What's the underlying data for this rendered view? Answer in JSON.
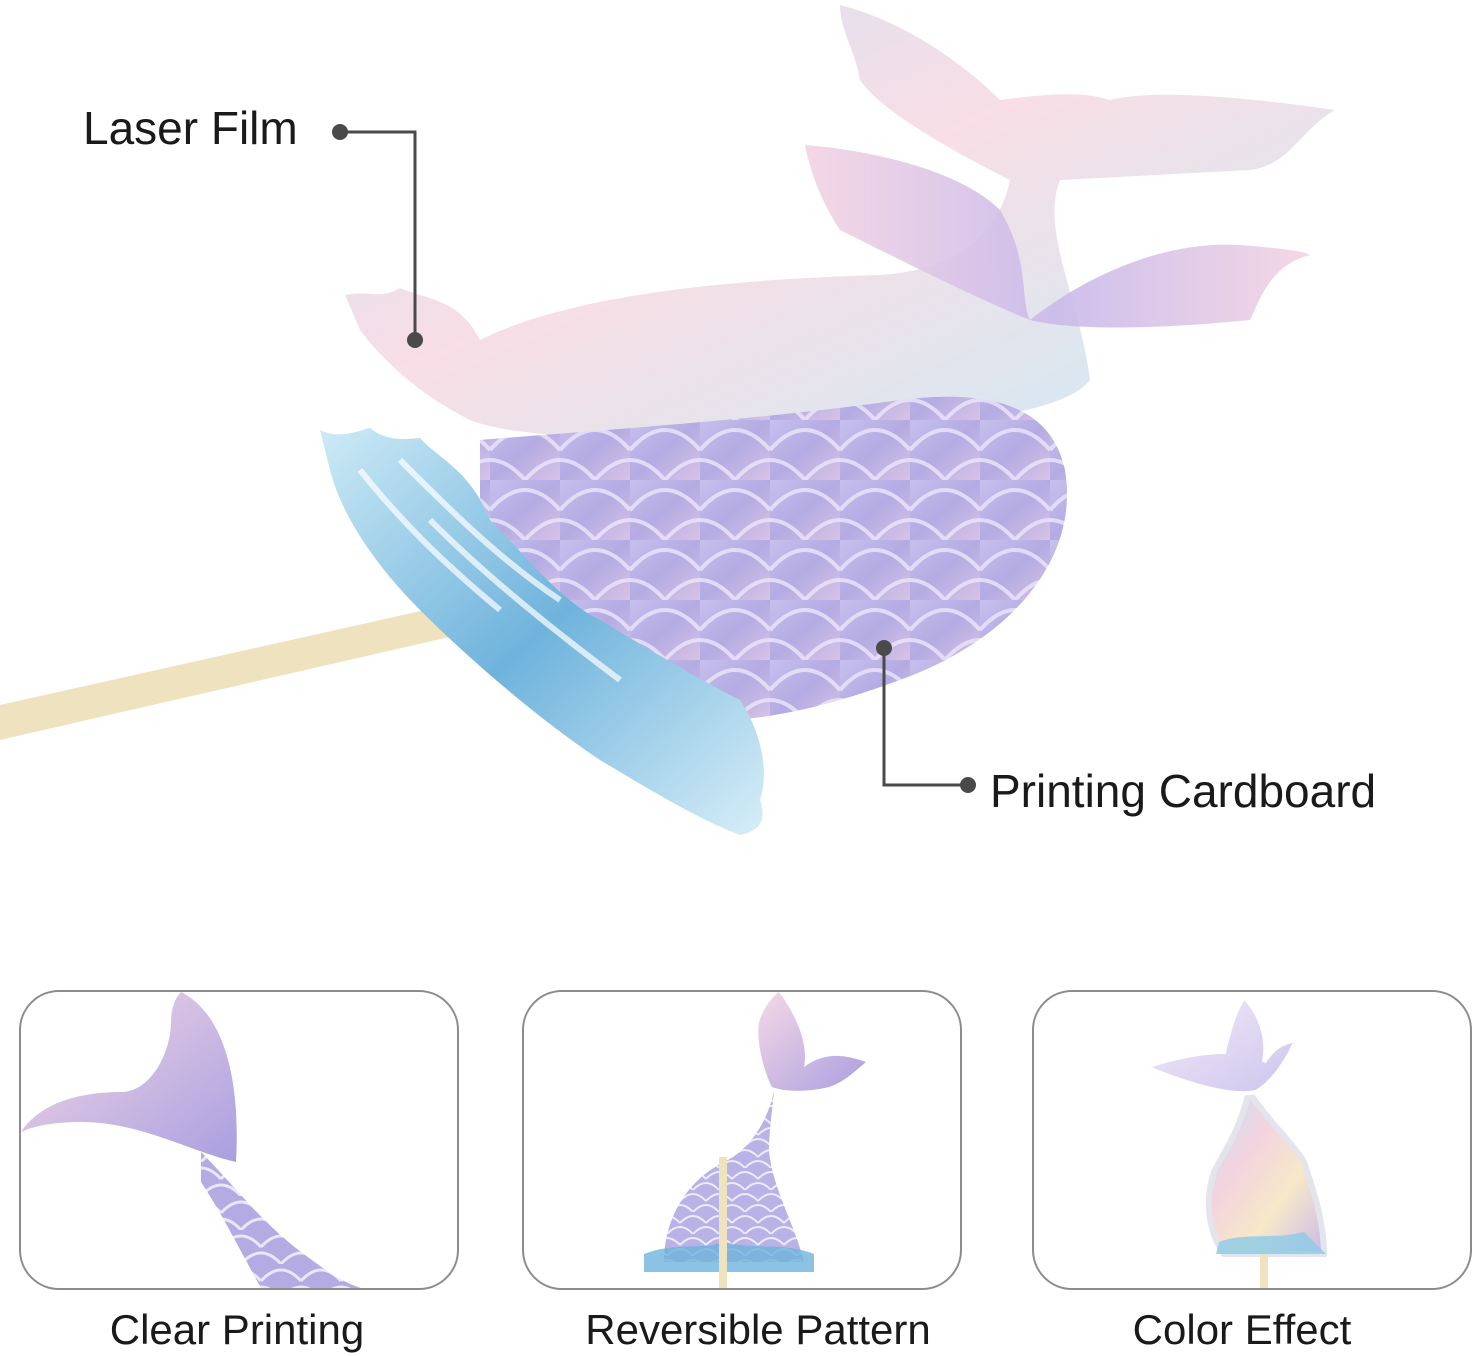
{
  "callouts": {
    "laser_film": "Laser Film",
    "printing_cardboard": "Printing Cardboard"
  },
  "features": [
    {
      "caption": "Clear Printing",
      "icon": "mermaid-tail-closeup"
    },
    {
      "caption": "Reversible Pattern",
      "icon": "mermaid-tail-topper"
    },
    {
      "caption": "Color Effect",
      "icon": "mermaid-tail-laser-topper"
    }
  ],
  "colors": {
    "lavender": "#b9b2e6",
    "pink": "#f2d3e2",
    "sky": "#bfe6f3",
    "wave": "#6fb3dc",
    "stick": "#efe3bf",
    "line": "#4a4a4a"
  }
}
